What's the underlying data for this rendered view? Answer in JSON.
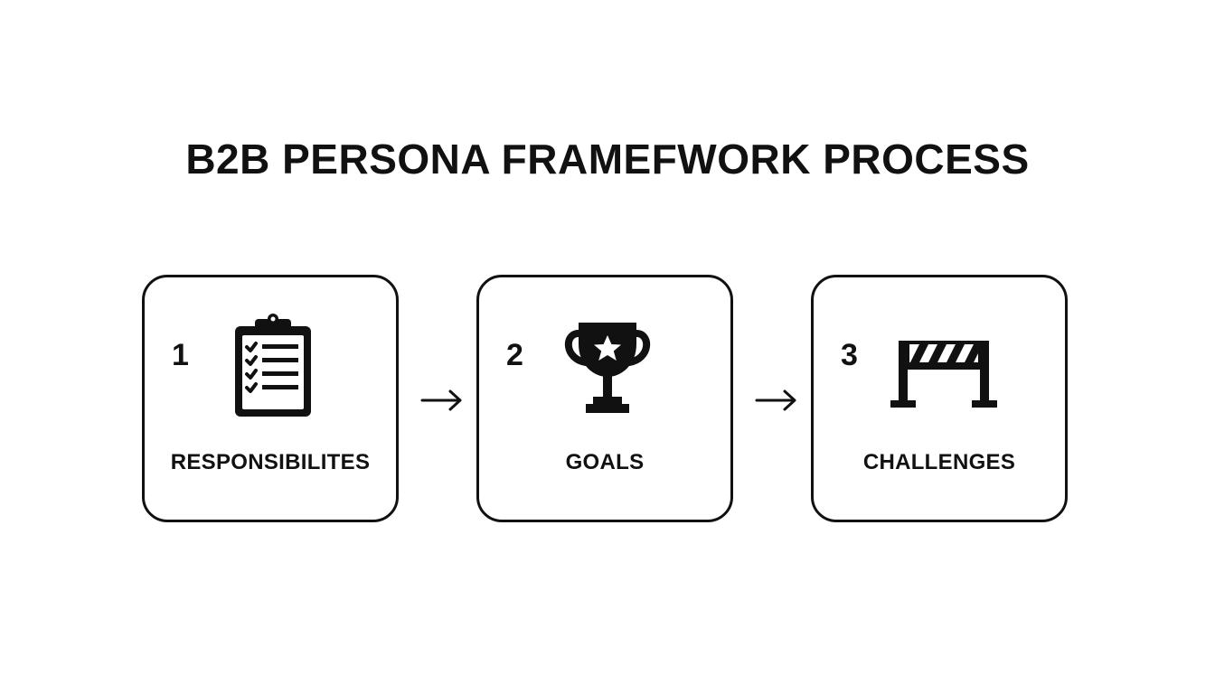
{
  "title": "B2B PERSONA FRAMEFWORK PROCESS",
  "steps": [
    {
      "number": "1",
      "label": "RESPONSIBILITES",
      "icon": "clipboard-checklist-icon"
    },
    {
      "number": "2",
      "label": "GOALS",
      "icon": "trophy-icon"
    },
    {
      "number": "3",
      "label": "CHALLENGES",
      "icon": "barrier-icon"
    }
  ],
  "colors": {
    "ink": "#111111",
    "background": "#ffffff"
  }
}
